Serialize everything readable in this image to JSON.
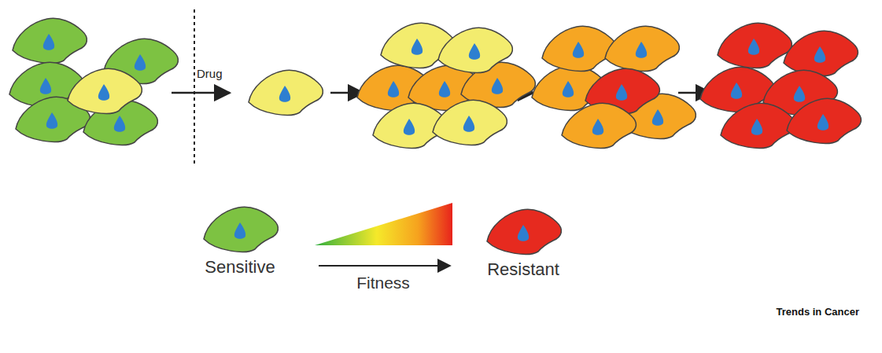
{
  "diagram": {
    "labels": [
      "Drug",
      "Fitness",
      "Trends in Cancer"
    ],
    "legend": [
      {
        "text": "Sensitive",
        "color": "#7dc242"
      },
      {
        "text": "Resistant",
        "color": "#e62a1f"
      }
    ]
  }
}
